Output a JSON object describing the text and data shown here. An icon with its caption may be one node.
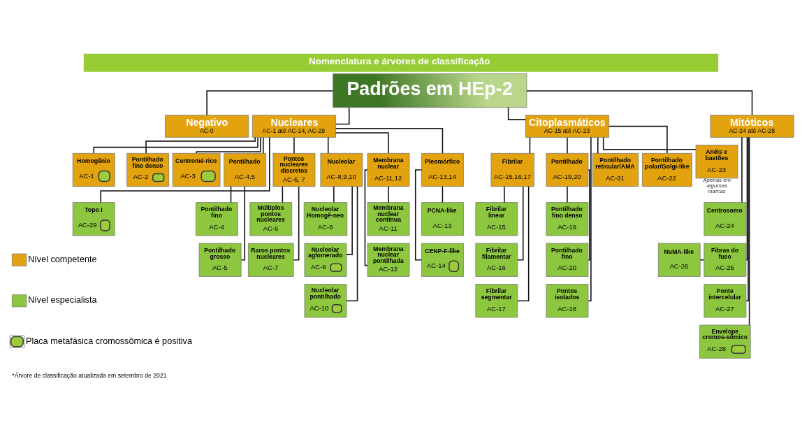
{
  "diagram": {
    "title": "Nomenclatura e árvores de classificação",
    "nodes": [
      {
        "text": [
          "Padrões em HEp-2"
        ]
      },
      {
        "text": [
          "Negativo",
          "AC-0"
        ]
      },
      {
        "text": [
          "Nucleares",
          "AC-1 até AC-14, AC-29"
        ]
      },
      {
        "text": [
          "Citoplasmáticos",
          "AC-15 até AC-23"
        ]
      },
      {
        "text": [
          "Mitóticos",
          "AC-24 até AC-28"
        ]
      },
      {
        "text": [
          "Homogênio",
          "AC-1"
        ]
      },
      {
        "text": [
          "Pontilhado fino denso",
          "AC-2"
        ]
      },
      {
        "text": [
          "Centromé-rico",
          "AC-3"
        ]
      },
      {
        "text": [
          "Pontilhado",
          "AC-4,5"
        ]
      },
      {
        "text": [
          "Pontos nucleares discretos",
          "AC-6, 7"
        ]
      },
      {
        "text": [
          "Nucleolar",
          "AC-8,9,10"
        ]
      },
      {
        "text": [
          "Membrana nuclear",
          "AC-11,12"
        ]
      },
      {
        "text": [
          "Pleomórfico",
          "AC-13,14"
        ]
      },
      {
        "text": [
          "Fibrilar",
          "AC-15,16,17"
        ]
      },
      {
        "text": [
          "Pontilhado",
          "AC-19,20"
        ]
      },
      {
        "text": [
          "Pontilhado reticular/AMA",
          "AC-21"
        ]
      },
      {
        "text": [
          "Pontilhado polar/Golgi-like",
          "AC-22"
        ]
      },
      {
        "text": [
          "Anéis e bastões",
          "AC-23"
        ],
        "beside": [
          "Apenas em algumas marcas"
        ]
      },
      {
        "text": [
          "Topo I",
          "AC-29"
        ]
      },
      {
        "text": [
          "Pontilhado fino",
          "AC-4"
        ]
      },
      {
        "text": [
          "Pontilhado grosso",
          "AC-5"
        ]
      },
      {
        "text": [
          "Múltiplos pontos nucleares",
          "AC-6"
        ]
      },
      {
        "text": [
          "Raros pontos nucleares",
          "AC-7"
        ]
      },
      {
        "text": [
          "Nucleolar Homogê-neo",
          "AC-8"
        ]
      },
      {
        "text": [
          "Nucleolar aglomerado",
          "AC-9"
        ]
      },
      {
        "text": [
          "Nucleolar pontilhado",
          "AC-10"
        ]
      },
      {
        "text": [
          "Membrana nuclear contínua",
          "AC-11"
        ]
      },
      {
        "text": [
          "Membrana nuclear pontilhada",
          "AC-12"
        ]
      },
      {
        "text": [
          "PCNA-like",
          "AC-13"
        ]
      },
      {
        "text": [
          "CENP-F-like",
          "AC-14"
        ]
      },
      {
        "text": [
          "Fibrilar linear",
          "AC-15"
        ]
      },
      {
        "text": [
          "Fibrilar filamentar",
          "AC-16"
        ]
      },
      {
        "text": [
          "Fibrilar segmentar",
          "AC-17"
        ]
      },
      {
        "text": [
          "Pontilhado fino denso",
          "AC-19"
        ]
      },
      {
        "text": [
          "Pontilhado fino",
          "AC-20"
        ]
      },
      {
        "text": [
          "Pontos isolados",
          "AC-18"
        ]
      },
      {
        "text": [
          "Centrosomo",
          "AC-24"
        ]
      },
      {
        "text": [
          "NuMA-like",
          "AC-26"
        ]
      },
      {
        "text": [
          "Fibras do fuso",
          "AC-25"
        ]
      },
      {
        "text": [
          "Ponte intercelular",
          "AC-27"
        ]
      },
      {
        "text": [
          "Envelope cromos-sômico",
          "AC-28"
        ]
      }
    ],
    "edges": [
      {
        "from": 0,
        "to": 1,
        "arrow": "none"
      },
      {
        "from": 0,
        "to": 2,
        "arrow": "none"
      },
      {
        "from": 0,
        "to": 3,
        "arrow": "none"
      },
      {
        "from": 0,
        "to": 4,
        "arrow": "none"
      },
      {
        "from": 2,
        "to": 5,
        "arrow": "none"
      },
      {
        "from": 2,
        "to": 18,
        "arrow": "none"
      },
      {
        "from": 2,
        "to": 6,
        "arrow": "none"
      },
      {
        "from": 2,
        "to": 7,
        "arrow": "none"
      },
      {
        "from": 2,
        "to": 8,
        "arrow": "none"
      },
      {
        "from": 2,
        "to": 9,
        "arrow": "none"
      },
      {
        "from": 2,
        "to": 10,
        "arrow": "none"
      },
      {
        "from": 2,
        "to": 11,
        "arrow": "none"
      },
      {
        "from": 2,
        "to": 12,
        "arrow": "none"
      },
      {
        "from": 3,
        "to": 13,
        "arrow": "none"
      },
      {
        "from": 3,
        "to": 35,
        "arrow": "none"
      },
      {
        "from": 3,
        "to": 14,
        "arrow": "none"
      },
      {
        "from": 3,
        "to": 15,
        "arrow": "none"
      },
      {
        "from": 3,
        "to": 16,
        "arrow": "none"
      },
      {
        "from": 3,
        "to": 17,
        "arrow": "none"
      },
      {
        "from": 4,
        "to": 36,
        "arrow": "none"
      },
      {
        "from": 4,
        "to": 38,
        "arrow": "none"
      },
      {
        "from": 4,
        "to": 39,
        "arrow": "none"
      },
      {
        "from": 4,
        "to": 40,
        "arrow": "none"
      },
      {
        "from": 8,
        "to": 19,
        "arrow": "none"
      },
      {
        "from": 8,
        "to": 20,
        "arrow": "none"
      },
      {
        "from": 9,
        "to": 21,
        "arrow": "none"
      },
      {
        "from": 9,
        "to": 22,
        "arrow": "none"
      },
      {
        "from": 10,
        "to": 23,
        "arrow": "none"
      },
      {
        "from": 10,
        "to": 24,
        "arrow": "none"
      },
      {
        "from": 10,
        "to": 25,
        "arrow": "none"
      },
      {
        "from": 11,
        "to": 26,
        "arrow": "none"
      },
      {
        "from": 11,
        "to": 27,
        "arrow": "none"
      },
      {
        "from": 12,
        "to": 28,
        "arrow": "none"
      },
      {
        "from": 12,
        "to": 29,
        "arrow": "none"
      },
      {
        "from": 13,
        "to": 30,
        "arrow": "none"
      },
      {
        "from": 13,
        "to": 31,
        "arrow": "none"
      },
      {
        "from": 13,
        "to": 32,
        "arrow": "none"
      },
      {
        "from": 14,
        "to": 33,
        "arrow": "none"
      },
      {
        "from": 14,
        "to": 34,
        "arrow": "none"
      },
      {
        "from": 37,
        "to": 38,
        "arrow": "none"
      }
    ],
    "labels": [
      "*Árvore de classificação atualizada em setembro de 2021"
    ],
    "legend": [
      {
        "text": "Nível competente",
        "color": "#e2a30f"
      },
      {
        "text": "Nível especialista",
        "color": "#8dc63f"
      },
      {
        "text": "Placa metafásica cromossômica é positiva"
      }
    ]
  }
}
